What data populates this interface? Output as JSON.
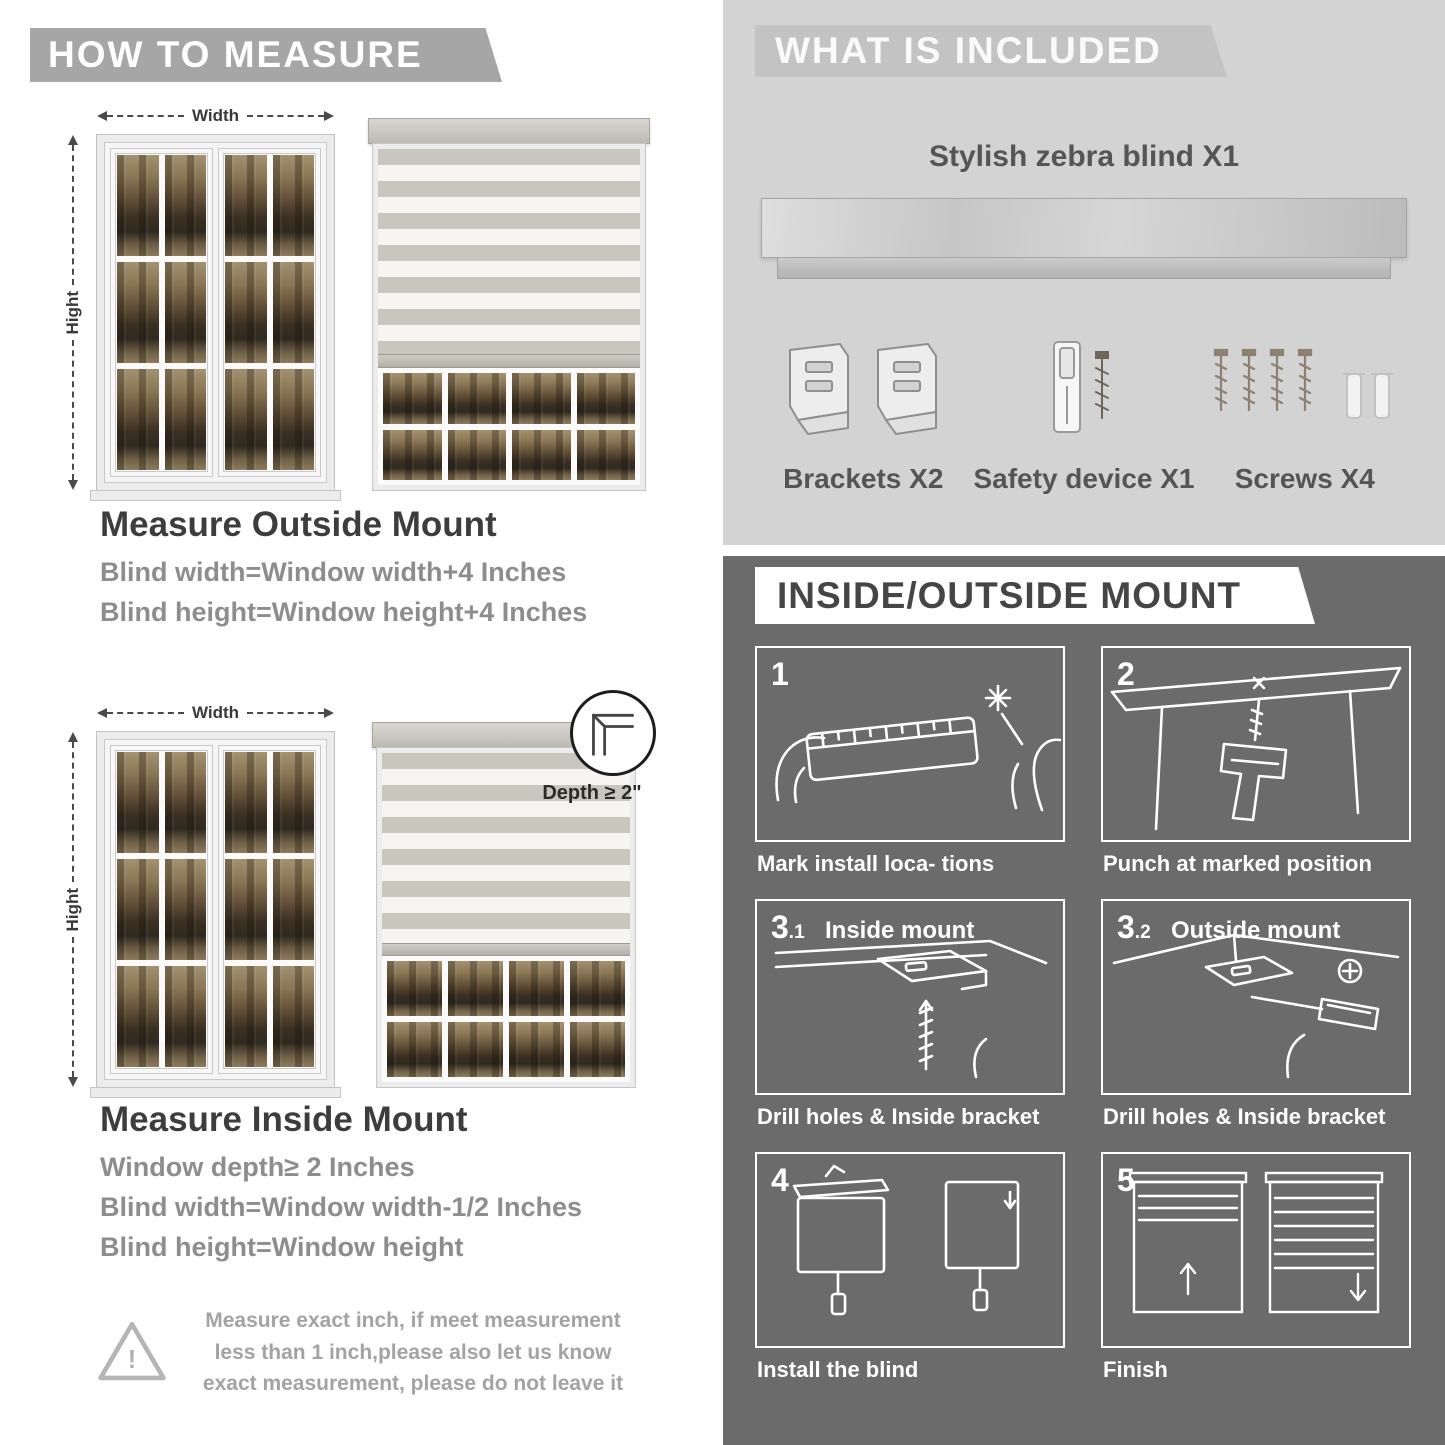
{
  "palette": {
    "left_banner": "#a6a6a6",
    "right_top_bg": "#d3d3d3",
    "right_top_banner": "#c3c3c3",
    "dark_section_bg": "#6b6b6b",
    "title_text": "#3d3d3d",
    "subtitle_text": "#8d8d8d",
    "blind_stripe_gray": "#c9c6be",
    "blind_stripe_sheer": "#f7f5f1"
  },
  "how_to_measure": {
    "header": "HOW TO MEASURE",
    "width_label": "Width",
    "height_label": "Hight",
    "outside": {
      "title": "Measure Outside Mount",
      "lines": [
        "Blind width=Window width+4 Inches",
        "Blind height=Window height+4 Inches"
      ]
    },
    "inside": {
      "depth_note": "Depth ≥ 2\"",
      "title": "Measure Inside Mount",
      "lines": [
        "Window depth≥ 2 Inches",
        "Blind width=Window width-1/2 Inches",
        "Blind height=Window height"
      ]
    },
    "warning": {
      "mark": "!",
      "text": "Measure exact inch, if meet measurement less than 1 inch,please also let us know exact measurement, please do not leave it"
    }
  },
  "included": {
    "header": "WHAT IS INCLUDED",
    "product_label": "Stylish zebra blind X1",
    "items": [
      {
        "name": "brackets",
        "label": "Brackets X2"
      },
      {
        "name": "safety-device",
        "label": "Safety device X1"
      },
      {
        "name": "screws",
        "label": "Screws X4"
      }
    ]
  },
  "mount_steps": {
    "header": "INSIDE/OUTSIDE MOUNT",
    "steps": [
      {
        "num": "1",
        "caption": "Mark install loca- tions"
      },
      {
        "num": "2",
        "caption": "Punch at  marked position"
      },
      {
        "num": "3",
        "sub": ".1",
        "label": "Inside mount",
        "caption": "Drill holes &  Inside bracket"
      },
      {
        "num": "3",
        "sub": ".2",
        "label": "Outside mount",
        "caption": "Drill holes &  Inside bracket"
      },
      {
        "num": "4",
        "caption": "Install the blind"
      },
      {
        "num": "5",
        "caption": "Finish"
      }
    ]
  }
}
